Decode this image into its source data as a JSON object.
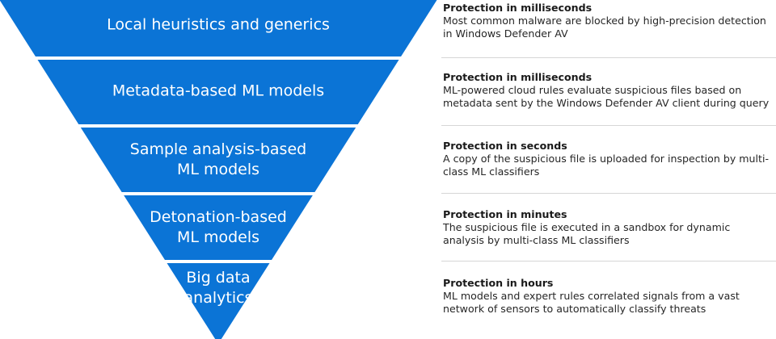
{
  "accent_color": "#0b74d6",
  "layers": [
    {
      "label_lines": [
        "Local heuristics and generics"
      ],
      "speed": "Protection in milliseconds",
      "description": "Most common malware are blocked by high-precision detection in Windows Defender AV"
    },
    {
      "label_lines": [
        "Metadata-based ML models"
      ],
      "speed": "Protection in milliseconds",
      "description": "ML-powered cloud rules evaluate suspicious files based on metadata sent by the Windows Defender AV client during query"
    },
    {
      "label_lines": [
        "Sample analysis-based",
        "ML models"
      ],
      "speed": "Protection in seconds",
      "description": "A copy of the suspicious file is uploaded for inspection by multi-class ML classifiers"
    },
    {
      "label_lines": [
        "Detonation-based",
        "ML models"
      ],
      "speed": "Protection in minutes",
      "description": "The suspicious file is executed in a sandbox for dynamic analysis by multi-class ML classifiers"
    },
    {
      "label_lines": [
        "Big data",
        "analytics"
      ],
      "speed": "Protection in hours",
      "description": "ML models and expert rules correlated signals from a  vast network of sensors to automatically classify threats"
    }
  ]
}
